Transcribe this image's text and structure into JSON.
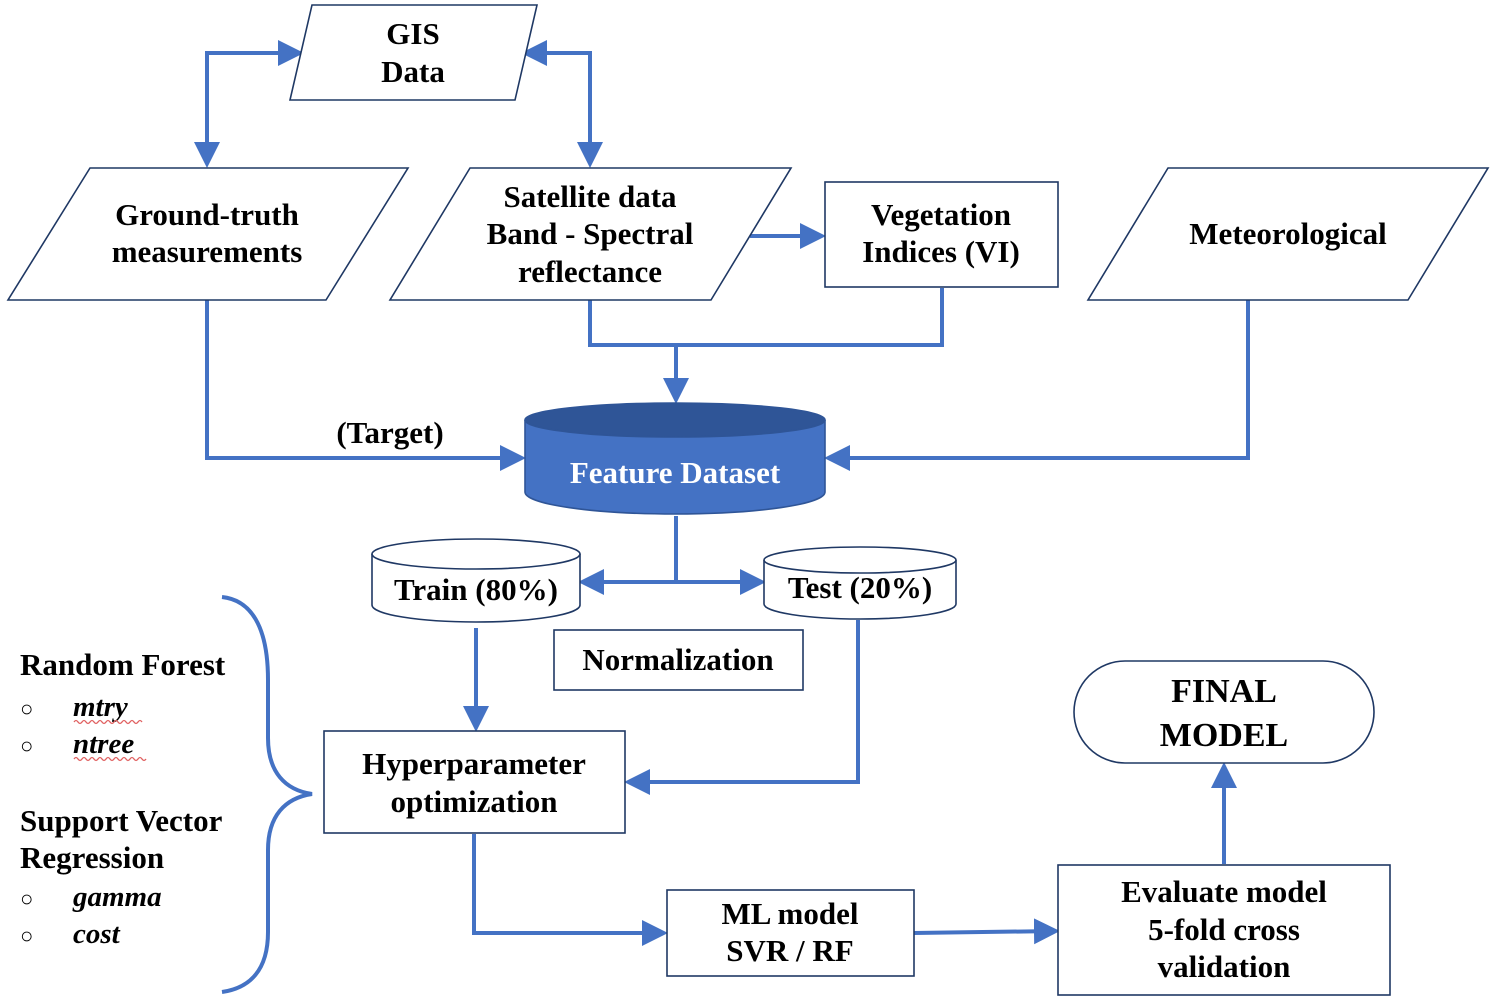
{
  "colors": {
    "arrow": "#4472C4",
    "cylinder_fill": "#4472C4",
    "cylinder_dark": "#2F5597",
    "box_stroke": "#1F3864",
    "text": "#000000",
    "squiggle": "#E06060"
  },
  "nodes": {
    "gis_data": {
      "line1": "GIS",
      "line2": "Data"
    },
    "ground_truth": {
      "line1": "Ground-truth",
      "line2": "measurements"
    },
    "satellite": {
      "line1": "Satellite data",
      "line2": "Band - Spectral",
      "line3": "reflectance"
    },
    "vegetation": {
      "line1": "Vegetation",
      "line2": "Indices (VI)"
    },
    "meteorological": {
      "line1": "Meteorological"
    },
    "feature_dataset": {
      "label": "Feature Dataset"
    },
    "target_label": {
      "label": "(Target)"
    },
    "train": {
      "label": "Train (80%)"
    },
    "test": {
      "label": "Test (20%)"
    },
    "normalization": {
      "label": "Normalization"
    },
    "hyperparameter": {
      "line1": "Hyperparameter",
      "line2": "optimization"
    },
    "ml_model": {
      "line1": "ML model",
      "line2": "SVR / RF"
    },
    "evaluate": {
      "line1": "Evaluate model",
      "line2": "5-fold cross",
      "line3": "validation"
    },
    "final_model": {
      "line1": "FINAL",
      "line2": "MODEL"
    }
  },
  "params": {
    "bullet_glyph": "○",
    "random_forest": {
      "title": "Random Forest",
      "items": [
        "mtry",
        "ntree"
      ]
    },
    "svr": {
      "title_line1": "Support Vector",
      "title_line2": "Regression",
      "items": [
        "gamma",
        "cost"
      ]
    }
  }
}
